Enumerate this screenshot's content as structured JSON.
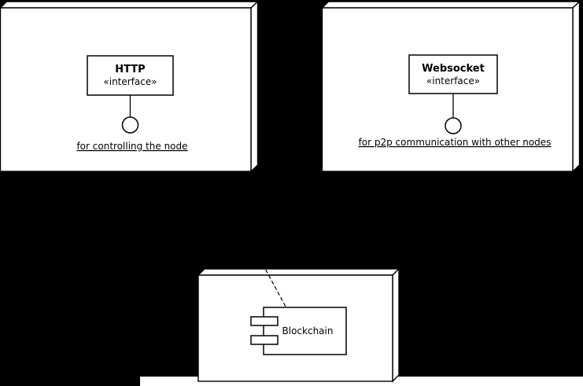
{
  "diagram": {
    "type": "uml-deployment-component-diagram",
    "colors": {
      "background": "#000000",
      "shape_fill": "#ffffff",
      "stroke": "#000000"
    },
    "nodes": {
      "http": {
        "interface_name": "HTTP",
        "stereotype": "«interface»",
        "note": "for controlling the node"
      },
      "websocket": {
        "interface_name": "Websocket",
        "stereotype": "«interface»",
        "note": "for p2p communication with other nodes"
      },
      "blockchain": {
        "component_name": "Blockchain"
      }
    }
  }
}
